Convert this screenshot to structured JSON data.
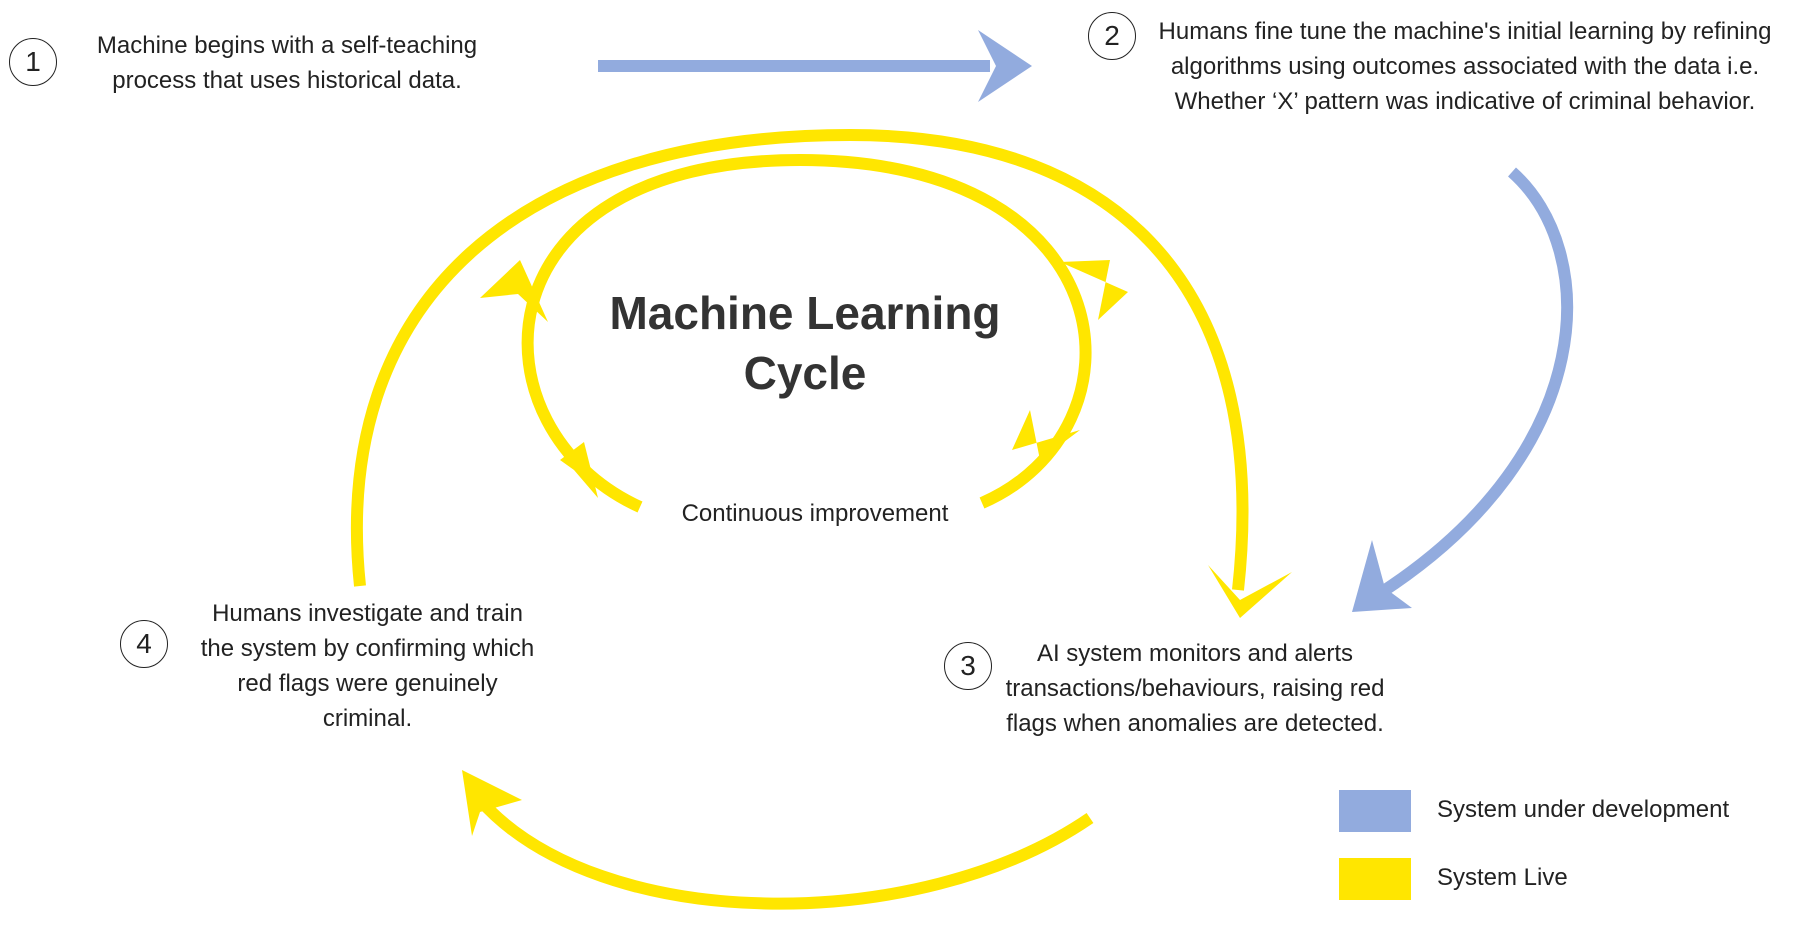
{
  "diagram": {
    "title_line1": "Machine Learning",
    "title_line2": "Cycle",
    "inner_label": "Continuous improvement",
    "steps": [
      {
        "number": "1",
        "text": "Machine begins with a self-teaching process that uses historical data."
      },
      {
        "number": "2",
        "text": "Humans fine tune the machine's initial learning by refining algorithms using outcomes associated with the data i.e. Whether ‘X’ pattern was indicative of criminal behavior."
      },
      {
        "number": "3",
        "text": "AI system monitors and alerts transactions/behaviours, raising red flags when anomalies are detected."
      },
      {
        "number": "4",
        "text": "Humans investigate and train the system by confirming which red flags were genuinely criminal."
      }
    ]
  },
  "legend": {
    "items": [
      {
        "label": "System under development",
        "color": "#92abde"
      },
      {
        "label": "System Live",
        "color": "#ffe600"
      }
    ]
  },
  "colors": {
    "development": "#92abde",
    "live": "#ffe600",
    "text": "#222222",
    "title": "#333333"
  }
}
